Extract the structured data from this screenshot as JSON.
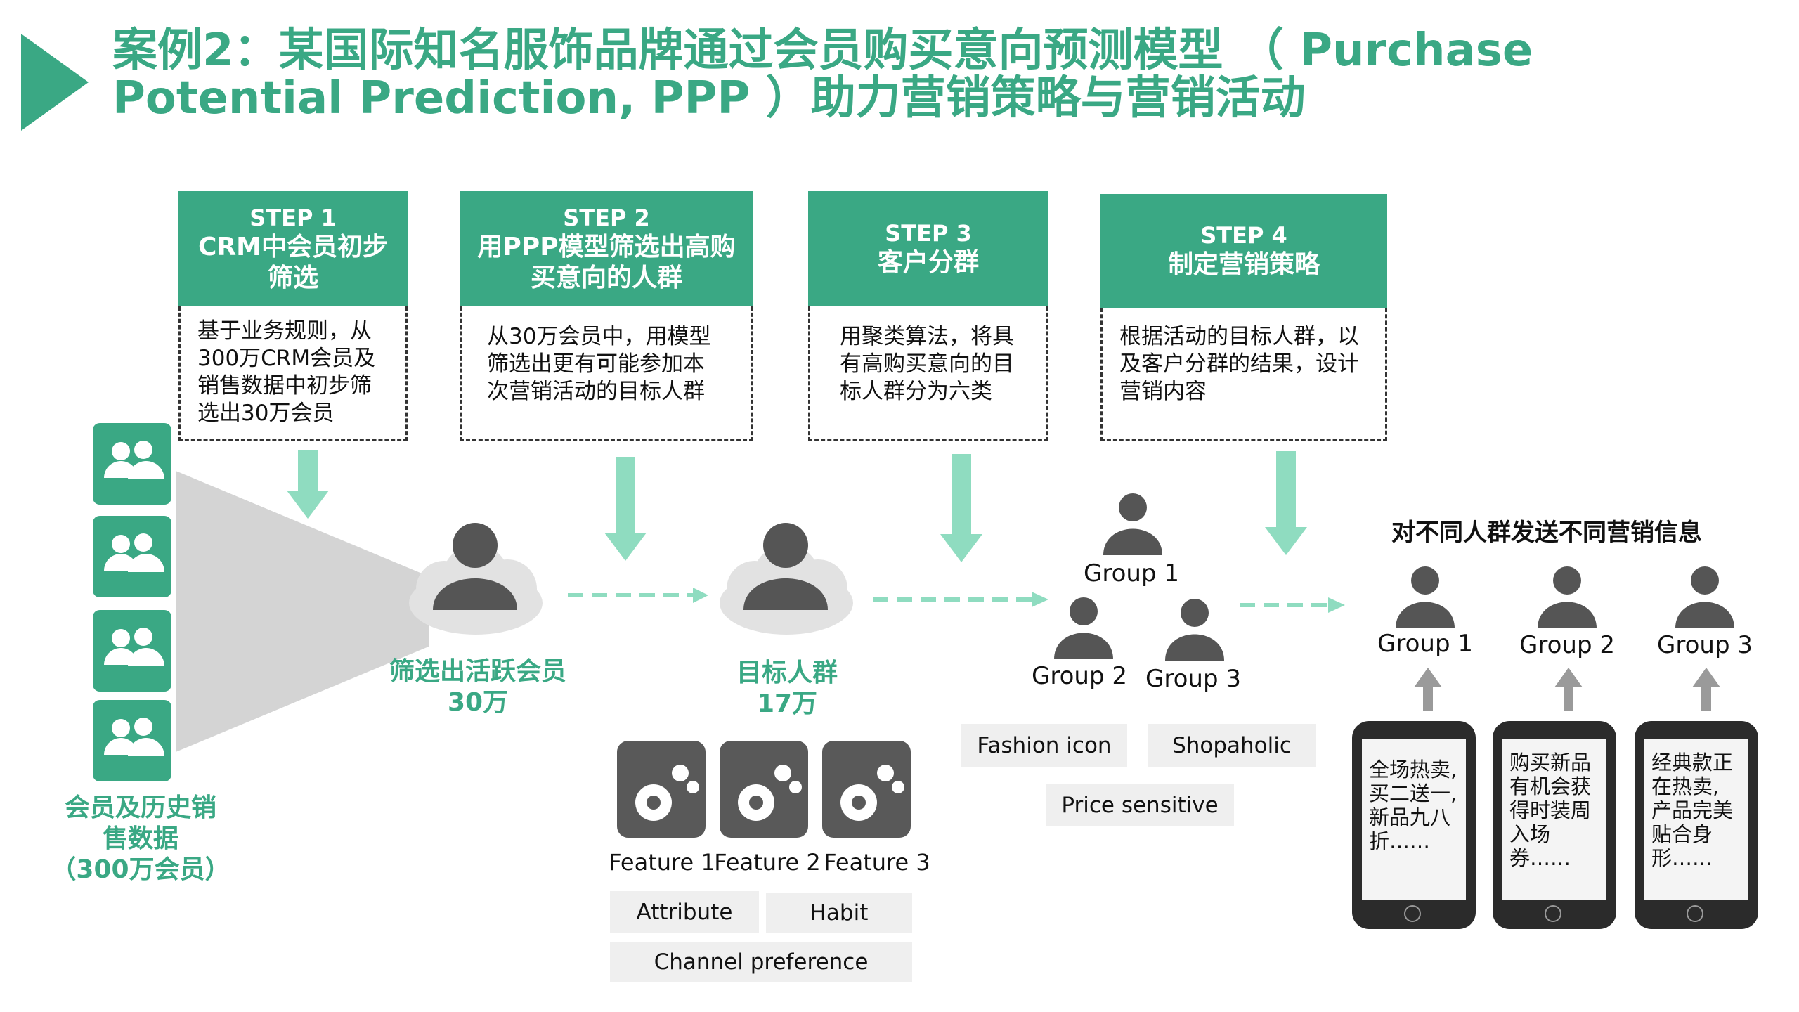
{
  "title": {
    "line1": "案例2：某国际知名服饰品牌通过会员购买意向预测模型 （ Purchase",
    "line2": "Potential Prediction, PPP ）助力营销策略与营销活动"
  },
  "steps": [
    {
      "label": "STEP 1",
      "title": "CRM中会员初步筛选",
      "title_l1": "CRM中会员初步",
      "title_l2": "筛选",
      "desc_lines": [
        "基于业务规则，从",
        "300万CRM会员及",
        "销售数据中初步筛",
        "选出30万会员"
      ]
    },
    {
      "label": "STEP 2",
      "title_l1": "用PPP模型筛选出高购",
      "title_l2": "买意向的人群",
      "desc_lines": [
        "从30万会员中，用模型",
        "筛选出更有可能参加本",
        "次营销活动的目标人群"
      ]
    },
    {
      "label": "STEP 3",
      "title_l1": "客户分群",
      "desc_lines": [
        "用聚类算法，将具",
        "有高购买意向的目",
        "标人群分为六类"
      ]
    },
    {
      "label": "STEP 4",
      "title_l1": "制定营销策略",
      "desc_lines": [
        "根据活动的目标人群，以",
        "及客户分群的结果，设计",
        "营销内容"
      ]
    }
  ],
  "members": {
    "line1": "会员及历史销",
    "line2": "售数据",
    "line3": "（300万会员）"
  },
  "active": {
    "line1": "筛选出活跃会员",
    "line2": "30万"
  },
  "target": {
    "line1": "目标人群",
    "line2": "17万"
  },
  "features": [
    "Feature 1",
    "Feature 2",
    "Feature 3"
  ],
  "feature_tags": [
    "Attribute",
    "Habit",
    "Channel preference"
  ],
  "groups": [
    "Group 1",
    "Group 2",
    "Group 3"
  ],
  "group_tags": [
    "Fashion icon",
    "Shopaholic",
    "Price sensitive"
  ],
  "send_title": "对不同人群发送不同营销信息",
  "send_groups": [
    "Group 1",
    "Group 2",
    "Group 3"
  ],
  "messages": [
    [
      "全场热卖,",
      "买二送一,",
      "新品九八",
      "折……"
    ],
    [
      "购买新品",
      "有机会获",
      "得时装周",
      "入场",
      "券……"
    ],
    [
      "经典款正",
      "在热卖,",
      "产品完美",
      "贴合身",
      "形……"
    ]
  ],
  "colors": {
    "accent": "#3aa884",
    "arrow": "#8fdcc0",
    "person": "#555555",
    "funnel": "#d4d4d4"
  }
}
